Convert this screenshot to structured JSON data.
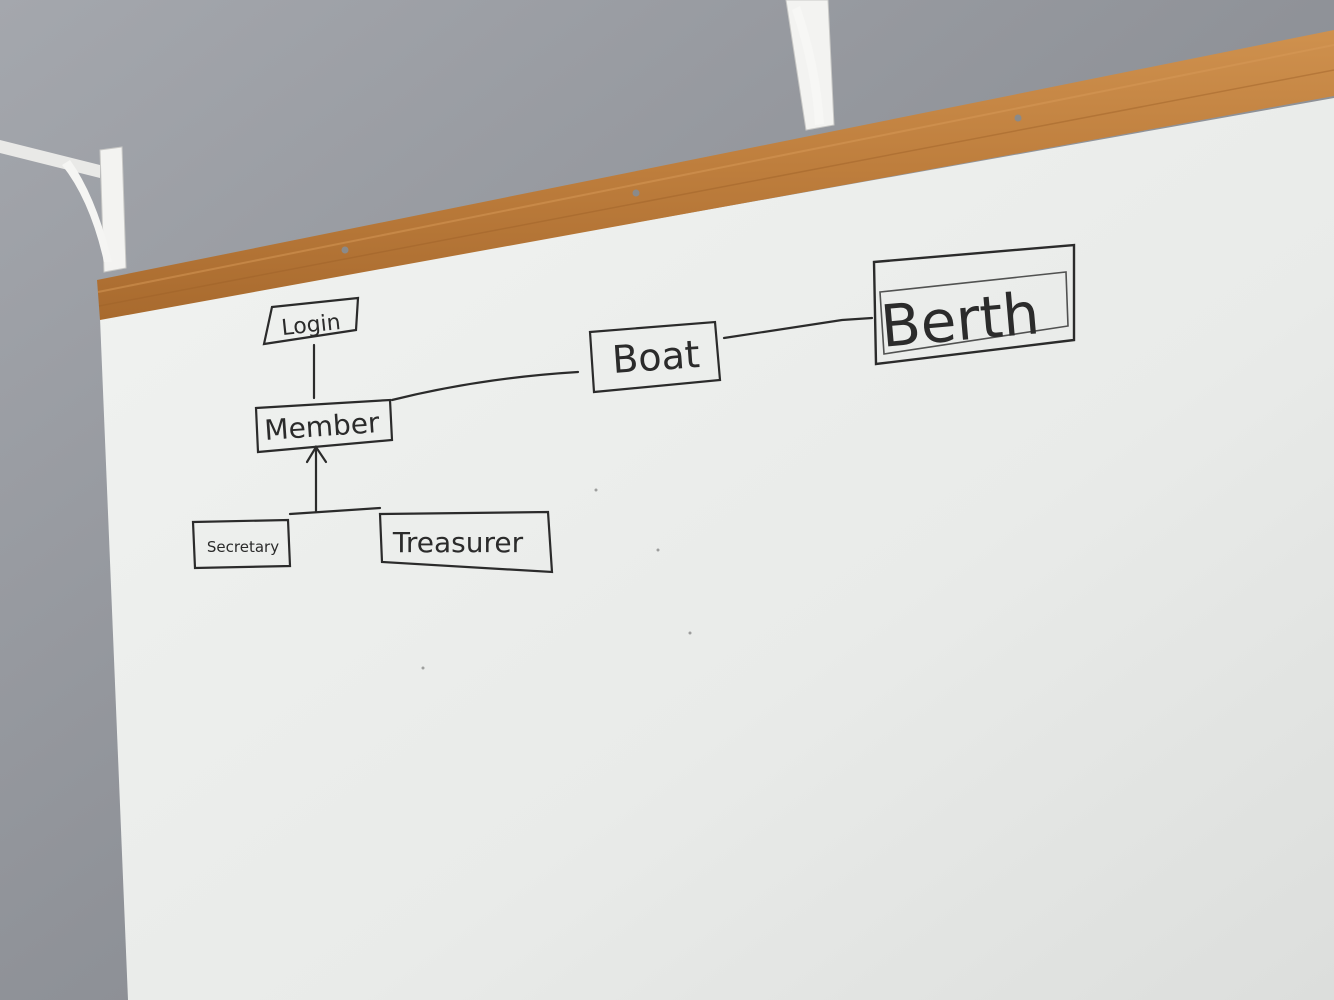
{
  "diagram": {
    "nodes": [
      {
        "id": "login",
        "label": "Login"
      },
      {
        "id": "member",
        "label": "Member"
      },
      {
        "id": "secretary",
        "label": "Secretary"
      },
      {
        "id": "treasurer",
        "label": "Treasurer"
      },
      {
        "id": "boat",
        "label": "Boat"
      },
      {
        "id": "berth",
        "label": "Berth"
      }
    ],
    "edges": [
      {
        "from": "member",
        "to": "login",
        "type": "association"
      },
      {
        "from": "secretary",
        "to": "member",
        "type": "generalization"
      },
      {
        "from": "treasurer",
        "to": "member",
        "type": "generalization"
      },
      {
        "from": "member",
        "to": "boat",
        "type": "association"
      },
      {
        "from": "boat",
        "to": "berth",
        "type": "association"
      }
    ]
  },
  "colors": {
    "wall": "#8d9096",
    "whiteboard": "#eef0ee",
    "ledge_wood": "#c0813f",
    "bracket": "#f2f2f0",
    "marker": "#2b2b2b"
  }
}
